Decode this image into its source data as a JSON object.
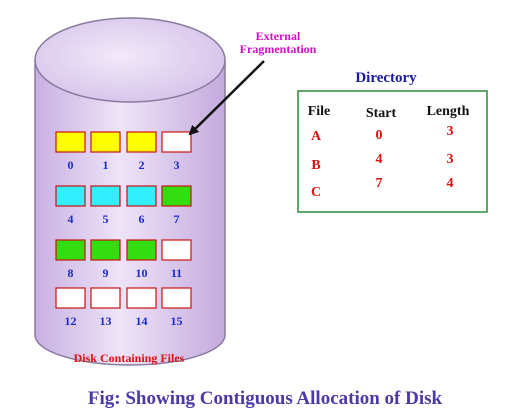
{
  "annotation": {
    "external_line1": "External",
    "external_line2": "Fragmentation",
    "disk_label": "Disk Containing Files"
  },
  "directory": {
    "title": "Directory",
    "headers": [
      "File",
      "Start",
      "Length"
    ],
    "rows": [
      {
        "file": "A",
        "start": "0",
        "length": "3"
      },
      {
        "file": "B",
        "start": "4",
        "length": "3"
      },
      {
        "file": "C",
        "start": "7",
        "length": "4"
      }
    ]
  },
  "blocks": [
    {
      "label": "0",
      "fill": "yellow"
    },
    {
      "label": "1",
      "fill": "yellow"
    },
    {
      "label": "2",
      "fill": "yellow"
    },
    {
      "label": "3",
      "fill": "white"
    },
    {
      "label": "4",
      "fill": "cyan"
    },
    {
      "label": "5",
      "fill": "cyan"
    },
    {
      "label": "6",
      "fill": "cyan"
    },
    {
      "label": "7",
      "fill": "green"
    },
    {
      "label": "8",
      "fill": "green"
    },
    {
      "label": "9",
      "fill": "green"
    },
    {
      "label": "10",
      "fill": "green"
    },
    {
      "label": "11",
      "fill": "white"
    },
    {
      "label": "12",
      "fill": "white"
    },
    {
      "label": "13",
      "fill": "white"
    },
    {
      "label": "14",
      "fill": "white"
    },
    {
      "label": "15",
      "fill": "white"
    }
  ],
  "colors": {
    "yellow": "#ffff00",
    "cyan": "#33eeff",
    "green": "#33dd11",
    "white": "#ffffff",
    "block_border": "#cc1111",
    "block_number": "#1a2ad0",
    "annotation_magenta": "#d010c8",
    "directory_title": "#1a1aa0",
    "directory_header": "#111111",
    "directory_value": "#dd1111",
    "directory_border": "#2a8a3a",
    "disk_label": "#dd1111",
    "caption": "#4a3aa8",
    "cylinder_body": "#dcc8ee",
    "cylinder_edge": "#8a7aa0"
  },
  "caption": "Fig: Showing Contiguous Allocation of Disk"
}
